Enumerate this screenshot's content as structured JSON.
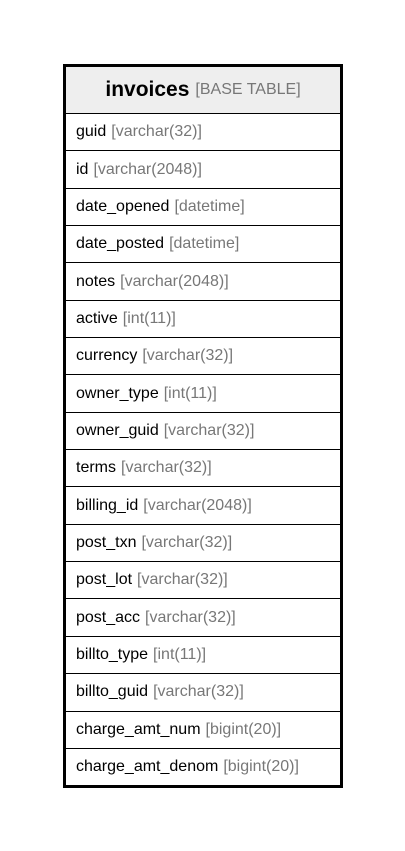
{
  "table": {
    "name": "invoices",
    "kind": "[BASE TABLE]",
    "columns": [
      {
        "name": "guid",
        "type": "[varchar(32)]"
      },
      {
        "name": "id",
        "type": "[varchar(2048)]"
      },
      {
        "name": "date_opened",
        "type": "[datetime]"
      },
      {
        "name": "date_posted",
        "type": "[datetime]"
      },
      {
        "name": "notes",
        "type": "[varchar(2048)]"
      },
      {
        "name": "active",
        "type": "[int(11)]"
      },
      {
        "name": "currency",
        "type": "[varchar(32)]"
      },
      {
        "name": "owner_type",
        "type": "[int(11)]"
      },
      {
        "name": "owner_guid",
        "type": "[varchar(32)]"
      },
      {
        "name": "terms",
        "type": "[varchar(32)]"
      },
      {
        "name": "billing_id",
        "type": "[varchar(2048)]"
      },
      {
        "name": "post_txn",
        "type": "[varchar(32)]"
      },
      {
        "name": "post_lot",
        "type": "[varchar(32)]"
      },
      {
        "name": "post_acc",
        "type": "[varchar(32)]"
      },
      {
        "name": "billto_type",
        "type": "[int(11)]"
      },
      {
        "name": "billto_guid",
        "type": "[varchar(32)]"
      },
      {
        "name": "charge_amt_num",
        "type": "[bigint(20)]"
      },
      {
        "name": "charge_amt_denom",
        "type": "[bigint(20)]"
      }
    ]
  }
}
